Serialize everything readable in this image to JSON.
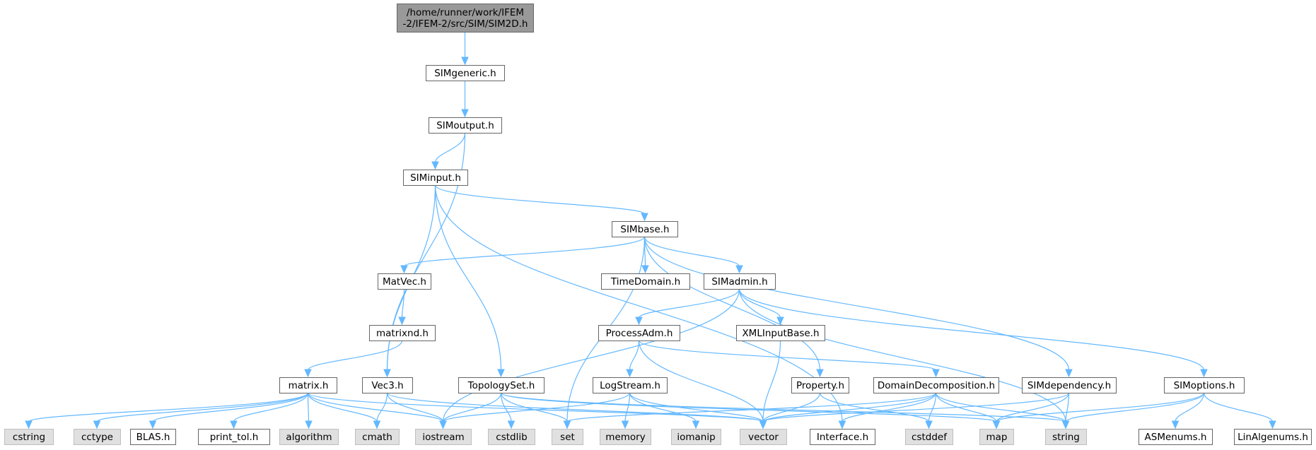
{
  "colors": {
    "root_fill": "#999999",
    "root_stroke": "#666666",
    "node_fill": "#ffffff",
    "node_stroke": "#666666",
    "system_fill": "#e0e0e0",
    "system_stroke": "#bfbfbf",
    "edge": "#63b8ff",
    "text": "#000000"
  },
  "nodes": [
    {
      "id": "root",
      "kind": "root",
      "lines": [
        "/home/runner/work/IFEM",
        "-2/IFEM-2/src/SIM/SIM2D.h"
      ]
    },
    {
      "id": "simgeneric",
      "kind": "file",
      "lines": [
        "SIMgeneric.h"
      ]
    },
    {
      "id": "simoutput",
      "kind": "file",
      "lines": [
        "SIMoutput.h"
      ]
    },
    {
      "id": "siminput",
      "kind": "file",
      "lines": [
        "SIMinput.h"
      ]
    },
    {
      "id": "simbase",
      "kind": "file",
      "lines": [
        "SIMbase.h"
      ]
    },
    {
      "id": "matvec",
      "kind": "file",
      "lines": [
        "MatVec.h"
      ]
    },
    {
      "id": "timedomain",
      "kind": "file",
      "lines": [
        "TimeDomain.h"
      ]
    },
    {
      "id": "simadmin",
      "kind": "file",
      "lines": [
        "SIMadmin.h"
      ]
    },
    {
      "id": "matrixnd",
      "kind": "file",
      "lines": [
        "matrixnd.h"
      ]
    },
    {
      "id": "processadm",
      "kind": "file",
      "lines": [
        "ProcessAdm.h"
      ]
    },
    {
      "id": "xmlinputbase",
      "kind": "file",
      "lines": [
        "XMLInputBase.h"
      ]
    },
    {
      "id": "matrix",
      "kind": "file",
      "lines": [
        "matrix.h"
      ]
    },
    {
      "id": "vec3",
      "kind": "file",
      "lines": [
        "Vec3.h"
      ]
    },
    {
      "id": "topologyset",
      "kind": "file",
      "lines": [
        "TopologySet.h"
      ]
    },
    {
      "id": "logstream",
      "kind": "file",
      "lines": [
        "LogStream.h"
      ]
    },
    {
      "id": "property",
      "kind": "file",
      "lines": [
        "Property.h"
      ]
    },
    {
      "id": "domaindecomp",
      "kind": "file",
      "lines": [
        "DomainDecomposition.h"
      ]
    },
    {
      "id": "simdependency",
      "kind": "file",
      "lines": [
        "SIMdependency.h"
      ]
    },
    {
      "id": "simoptions",
      "kind": "file",
      "lines": [
        "SIMoptions.h"
      ]
    },
    {
      "id": "cstring",
      "kind": "system",
      "lines": [
        "cstring"
      ]
    },
    {
      "id": "cctype",
      "kind": "system",
      "lines": [
        "cctype"
      ]
    },
    {
      "id": "blas",
      "kind": "file",
      "lines": [
        "BLAS.h"
      ]
    },
    {
      "id": "printtol",
      "kind": "file",
      "lines": [
        "print_tol.h"
      ]
    },
    {
      "id": "algorithm",
      "kind": "system",
      "lines": [
        "algorithm"
      ]
    },
    {
      "id": "cmath",
      "kind": "system",
      "lines": [
        "cmath"
      ]
    },
    {
      "id": "iostream",
      "kind": "system",
      "lines": [
        "iostream"
      ]
    },
    {
      "id": "cstdlib",
      "kind": "system",
      "lines": [
        "cstdlib"
      ]
    },
    {
      "id": "set",
      "kind": "system",
      "lines": [
        "set"
      ]
    },
    {
      "id": "memory",
      "kind": "system",
      "lines": [
        "memory"
      ]
    },
    {
      "id": "iomanip",
      "kind": "system",
      "lines": [
        "iomanip"
      ]
    },
    {
      "id": "vector",
      "kind": "system",
      "lines": [
        "vector"
      ]
    },
    {
      "id": "interface",
      "kind": "file",
      "lines": [
        "Interface.h"
      ]
    },
    {
      "id": "cstddef",
      "kind": "system",
      "lines": [
        "cstddef"
      ]
    },
    {
      "id": "map",
      "kind": "system",
      "lines": [
        "map"
      ]
    },
    {
      "id": "string",
      "kind": "system",
      "lines": [
        "string"
      ]
    },
    {
      "id": "asmenums",
      "kind": "file",
      "lines": [
        "ASMenums.h"
      ]
    },
    {
      "id": "linalgenums",
      "kind": "file",
      "lines": [
        "LinAlgenums.h"
      ]
    }
  ],
  "edges": [
    [
      "root",
      "simgeneric"
    ],
    [
      "simgeneric",
      "simoutput"
    ],
    [
      "simoutput",
      "siminput"
    ],
    [
      "simoutput",
      "vec3"
    ],
    [
      "siminput",
      "simbase"
    ],
    [
      "siminput",
      "vec3"
    ],
    [
      "siminput",
      "topologyset"
    ],
    [
      "siminput",
      "interface"
    ],
    [
      "simbase",
      "matvec"
    ],
    [
      "simbase",
      "timedomain"
    ],
    [
      "simbase",
      "simadmin"
    ],
    [
      "simbase",
      "set"
    ],
    [
      "simbase",
      "property"
    ],
    [
      "simbase",
      "simdependency"
    ],
    [
      "matvec",
      "matrixnd"
    ],
    [
      "matrixnd",
      "matrix"
    ],
    [
      "matrix",
      "cstring"
    ],
    [
      "matrix",
      "cctype"
    ],
    [
      "matrix",
      "blas"
    ],
    [
      "matrix",
      "printtol"
    ],
    [
      "matrix",
      "algorithm"
    ],
    [
      "matrix",
      "cmath"
    ],
    [
      "matrix",
      "iostream"
    ],
    [
      "matrix",
      "vector"
    ],
    [
      "simadmin",
      "iostream"
    ],
    [
      "simadmin",
      "processadm"
    ],
    [
      "simadmin",
      "xmlinputbase"
    ],
    [
      "simadmin",
      "string"
    ],
    [
      "simadmin",
      "simoptions"
    ],
    [
      "processadm",
      "logstream"
    ],
    [
      "processadm",
      "domaindecomp"
    ],
    [
      "processadm",
      "vector"
    ],
    [
      "xmlinputbase",
      "vector"
    ],
    [
      "vec3",
      "cmath"
    ],
    [
      "vec3",
      "iostream"
    ],
    [
      "vec3",
      "vector"
    ],
    [
      "topologyset",
      "iostream"
    ],
    [
      "topologyset",
      "cstdlib"
    ],
    [
      "topologyset",
      "set"
    ],
    [
      "topologyset",
      "map"
    ],
    [
      "topologyset",
      "string"
    ],
    [
      "logstream",
      "iostream"
    ],
    [
      "logstream",
      "memory"
    ],
    [
      "logstream",
      "iomanip"
    ],
    [
      "logstream",
      "vector"
    ],
    [
      "property",
      "vector"
    ],
    [
      "property",
      "cstddef"
    ],
    [
      "domaindecomp",
      "set"
    ],
    [
      "domaindecomp",
      "vector"
    ],
    [
      "domaindecomp",
      "interface"
    ],
    [
      "domaindecomp",
      "cstddef"
    ],
    [
      "domaindecomp",
      "map"
    ],
    [
      "domaindecomp",
      "string"
    ],
    [
      "simdependency",
      "vector"
    ],
    [
      "simdependency",
      "map"
    ],
    [
      "simdependency",
      "string"
    ],
    [
      "simoptions",
      "map"
    ],
    [
      "simoptions",
      "string"
    ],
    [
      "simoptions",
      "asmenums"
    ],
    [
      "simoptions",
      "linalgenums"
    ]
  ]
}
